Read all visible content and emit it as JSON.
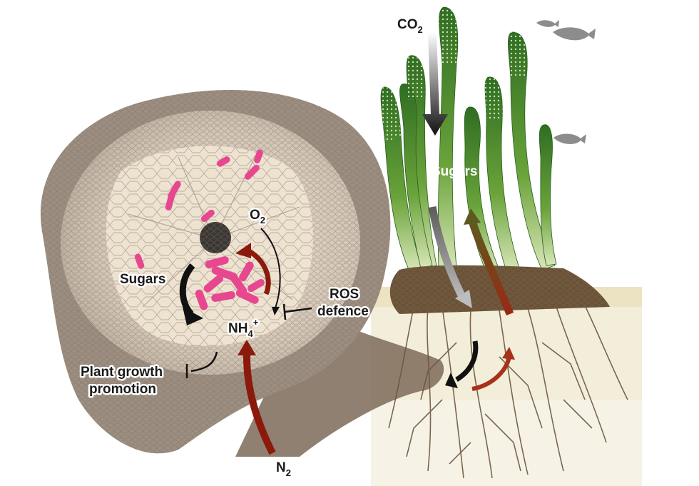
{
  "labels": {
    "co2": "CO",
    "co2_sub": "2",
    "sugars_plant": "Sugars",
    "o2": "O",
    "o2_sub": "2",
    "sugars_cell": "Sugars",
    "ros_line1": "ROS",
    "ros_line2": "defence",
    "nh4": "NH",
    "nh4_sub": "4",
    "nh4_sup": "+",
    "growth_line1": "Plant growth",
    "growth_line2": "promotion",
    "n2": "N",
    "n2_sub": "2"
  },
  "colors": {
    "dark_arrow": "#111111",
    "red_arrow": "#8b1a0c",
    "bacteria": "#e6478f",
    "cell_tissue": "#cfc2b4",
    "leaf_green": "#4f8f2c",
    "sediment": "#f0ead0",
    "root_brown": "#6e5640"
  }
}
